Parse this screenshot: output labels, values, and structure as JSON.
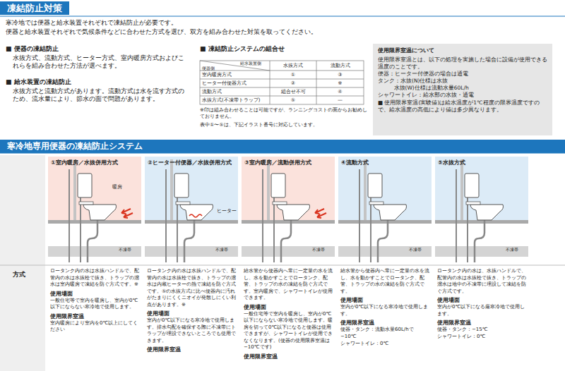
{
  "diagram": {
    "title": "凍結防止対策",
    "nodes": [
      {
        "text": [
          "寒冷地専用便器の凍結防止システム"
        ]
      },
      {
        "text": [
          "使用限界室温について",
          "使用限界室温とは、以下の処理を実施した場合に設備が使用できる温度のことです。",
          "便器：ヒーター付便器の場合は通電",
          "タンク：水抜(N)仕様は水抜",
          "水抜(W)仕様は流動水量60L/h",
          "シャワートイレ：給水部の水抜・通電",
          "■ 使用限界室温(実験値)は給水温度が1℃程度の限界温度ですので、給水温度の高低により値は多少異なります。"
        ]
      },
      {
        "text": [
          "①室内暖房／水抜併用方式",
          "ロータンク内の水は水抜ハンドルで、配管内の水は水抜栓で抜き、トラップの溜水は室内暖房で凍結を防ぐ方式です。※",
          "使用場面",
          "一般住宅等で室内を暖房し、室内が0℃以下にならない寒冷地で使用します。",
          "使用限界室温",
          "室内暖房により室内を0℃以上にしてください"
        ]
      },
      {
        "text": [
          "②ヒーター付便器／水抜併用方式",
          "ロータンク内の水は水抜ハンドルで、配管内の水は水抜栓で抜き、トラップの溜水は内蔵ヒーターの熱で凍結を防ぐ方式です。⑤の水抜方式に比べ便器内に汚れがたまりにくくニオイが発散しにくい利点があります。※",
          "使用場面",
          "室内が0℃以下になる寒冷地で使用します。排水勾配を確保する際に不凍帯にトラップが埋設できないところでも使用できます。",
          "使用限界室温"
        ]
      },
      {
        "text": [
          "③室内暖房／流動併用方式",
          "給水管から便器内へ常に一定量の水を流し、水を動かすことでロータンク、配管、トラップの水の凍結を防ぐ方式です。室内暖房で、シャワートイレが使用できます。",
          "使用場面",
          "一般住宅等で室内を暖房し、室内が0℃以下にならない寒冷地で使用します。暖房を切って0℃以下になると便器は使用できますが、シャワートイレが使用できなくなります。(便器の使用限界室温は−10℃です)",
          "使用限界室温"
        ]
      },
      {
        "text": [
          "④流動方式",
          "給水管から便器内へ常に一定量の水を流し、水を動かすことでロータンク、配管、トラップの水の凍結を防ぐ方式です。",
          "使用場面",
          "室内が0℃以下になる寒冷地で使用します。",
          "使用限界室温",
          "便器・タンク：流動水量60L/hで−10℃",
          "シャワートイレ：0℃"
        ]
      },
      {
        "text": [
          "⑤水抜方式",
          "ロータンク内の水は、水抜ハンドルで、配管内の水は水抜栓で抜き、トラップの溜水は地中の不凍帯に埋設して凍結を防ぐ方式です。",
          "使用場面",
          "室内が0℃以下になる厳寒冷地で使用します。",
          "使用限界室温",
          "便器・タンク：−15℃",
          "シャワートイレ：0℃"
        ]
      }
    ],
    "labels": [
      "寒冷地では便器と給水装置それぞれで凍結防止が必要です。",
      "便器と給水装置それぞれで気候条件などに合わせた方式を選び、双方を組み合わせた対策を取ってください。",
      "■ 便器の凍結防止",
      "水抜方式、流動方式、ヒーター方式、室内暖房方式およびこれらを組み合わせた方法が選べます。",
      "■ 給水装置の凍結防止",
      "水抜方式と流動方式があります。流動方式は水を流す方式のため、流水量により、節水の面で問題があります。",
      "■ 凍結防止システムの組合せ",
      "給水装置側",
      "便器側",
      "水抜方式",
      "流動方式",
      "室内暖房方式",
      "①",
      "③",
      "ヒーター付便器方式",
      "②",
      "※",
      "流動方式",
      "組合せ不可",
      "④",
      "水抜方式(不凍帯トラップ)",
      "⑤",
      "—",
      "※印は組み合わせることは可能ですが、ランニングコストの面からお勧めしておりません。",
      "表中①〜⑤は、下記イラスト番号に対応しています。",
      "方式",
      "暖房",
      "ヒーター",
      "不凍帯",
      "不凍帯",
      "不凍帯",
      "不凍帯",
      "不凍帯"
    ]
  }
}
